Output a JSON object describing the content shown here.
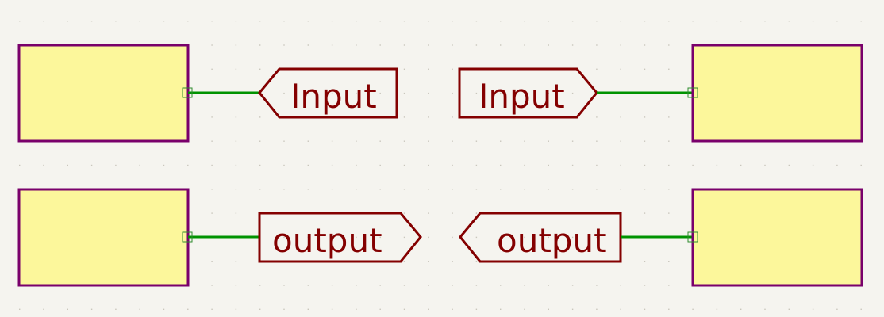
{
  "colors": {
    "background": "#f5f4ef",
    "grid_dot": "#c9c6bc",
    "sheet_fill": "#fcf79b",
    "sheet_border": "#79006b",
    "wire": "#009300",
    "label": "#840000",
    "pin_marker": "#2e8b2e"
  },
  "labels": {
    "input_left": "Input",
    "input_right": "Input",
    "output_left": "output",
    "output_right": "output"
  }
}
